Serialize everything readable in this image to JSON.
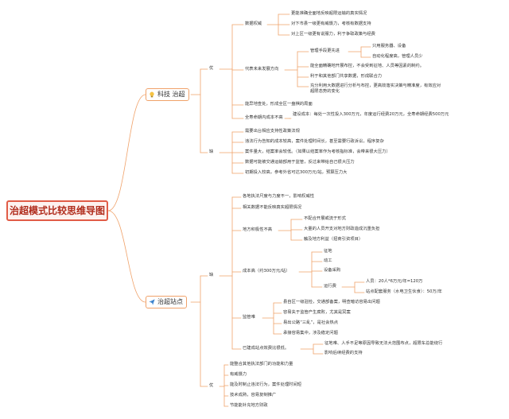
{
  "root": {
    "label": "治超模式比较思维导图"
  },
  "colors": {
    "accent": "#e15c47",
    "line": "#f0a26a"
  },
  "tech": {
    "label": "科技 治超",
    "icon": "bulb-icon",
    "pro": {
      "label": "优",
      "monitor": {
        "label": "数据权威",
        "items": [
          "更能准确全面地反映超限运输的真实情况",
          "对下市县一级更有威慑力，考核有数据支持",
          "对上区一级更有说服力，利于争取政策与经费"
        ]
      },
      "future": {
        "label": "代表未来发展方向",
        "mgmt": {
          "label": "管理手段更先进",
          "items": [
            "只用服务器、设备",
            "自动化程度高，管理人员少"
          ]
        },
        "items": [
          "能全面精确地开展布控，不会受到征地、人员等因素的制约。",
          "利于和其他部门共享数据，形成联合力",
          "充分利用大数据进行分析与布控，更高效落实决策与精准度，有效应对超限态势的变化"
        ]
      },
      "network": {
        "label": "能异地查处，形成全区一盘棋的局面"
      },
      "cost": {
        "label": "全寿命期内成本不高",
        "detail": "建设成本：每处一次性投入300万元，年度运行经费20万元，全寿命期经费500万元"
      }
    },
    "con": {
      "label": "缺",
      "items": [
        "需要出台相应支持性政策法规",
        "违法行为告知的成本较高，案件处理时间长，甚至需要行政诉讼，程序复杂",
        "案件量大，结案率会较低。（如果以结案率作为考核指标准，会带来很大压力）",
        "数据可能被交通运输部用于监管，反过来带给自己很大压力",
        "初期投入较高，参考外省可达300万元/站，预算压力大"
      ]
    }
  },
  "station": {
    "label": "治超站点",
    "icon": "paper-plane-icon",
    "con": {
      "label": "缺",
      "items": [
        "各地执法尺度与力度不一，影响权威性",
        "相关数据不能反映真实超限情况"
      ],
      "local": {
        "label": "地方积极性不高",
        "items": [
          "不配合开展或流于形式",
          "大量的人员开支对地方财政造成沉重负担",
          "触及地方利益（招商引资项目）"
        ]
      },
      "highcost": {
        "label": "成本高（约300万元/站）",
        "items": [
          "征地",
          "动工",
          "设备采购"
        ],
        "running": {
          "label": "运行费",
          "items": [
            "人员：20人*6万元/年=120万",
            "站点配套服务（水电卫生伙食）：50万/年"
          ]
        }
      },
      "supervise": {
        "label": "监管难",
        "items": [
          "县自区一级驻检，交通部备案，明查暗访容易出问题",
          "容易失于监管产生腐败，尤其是冥案",
          "易出公路“三乱”，是社会热点",
          "承接容易集中，涉及稳定问题"
        ]
      },
      "weak": {
        "label": "已建成站点效费比很低。",
        "items": [
          "征地难、人手不足等原因导致无法大范围布点，超限车总能绕行",
          "影响后续经费的支持"
        ]
      }
    },
    "pro": {
      "label": "优",
      "items": [
        "能整合其他执法部门的功能和力量",
        "有威慑力",
        "能及时制止违法行为，案件处理时间短",
        "技术成熟，容易复制推广",
        "节能能补充地方财政"
      ]
    }
  }
}
